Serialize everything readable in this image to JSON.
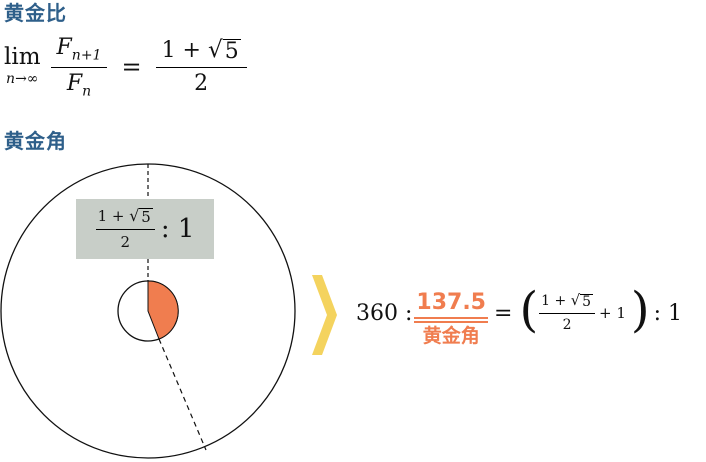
{
  "colors": {
    "heading": "#2e5f8a",
    "accent": "#f07d4f",
    "label_box": "#c8cec8",
    "arrow": "#f4d35e",
    "line": "#111111"
  },
  "headings": {
    "ratio": "黄金比",
    "angle": "黄金角"
  },
  "limit_formula": {
    "lim": "lim",
    "subscript": "n→∞",
    "fraction_top_var": "F",
    "fraction_top_sub": "n+1",
    "fraction_bottom_var": "F",
    "fraction_bottom_sub": "n",
    "equals": "=",
    "rhs_numerator_prefix": "1 +",
    "radical_symbol": "√",
    "radicand": "5",
    "rhs_denominator": "2"
  },
  "diagram": {
    "ratio_label": {
      "numerator_prefix": "1 +",
      "radical_symbol": "√",
      "radicand": "5",
      "denominator": "2",
      "tail": ": 1"
    },
    "arrow_icon": "chevron-right-arrow"
  },
  "result_formula": {
    "lhs": "360 :",
    "angle_value": "137.5",
    "angle_caption": "黄金角",
    "equals": "=",
    "paren_open": "(",
    "frac_numerator_prefix": "1 +",
    "radical_symbol": "√",
    "radicand": "5",
    "frac_denominator": "2",
    "plus_one": "+ 1",
    "paren_close": ")",
    "tail": ": 1"
  }
}
